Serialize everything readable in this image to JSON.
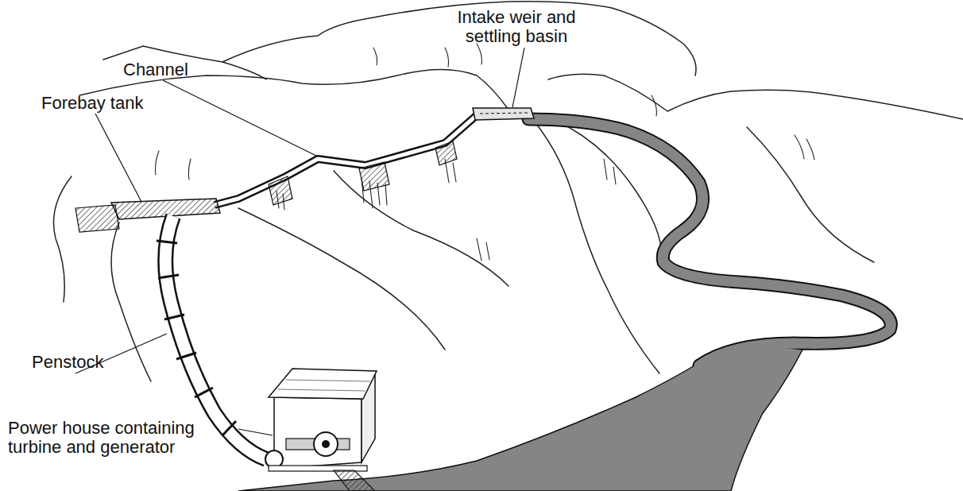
{
  "diagram": {
    "labels": [
      "Intake weir and settling basin",
      "Channel",
      "Forebay tank",
      "Penstock",
      "Power house containing turbine and generator"
    ]
  }
}
